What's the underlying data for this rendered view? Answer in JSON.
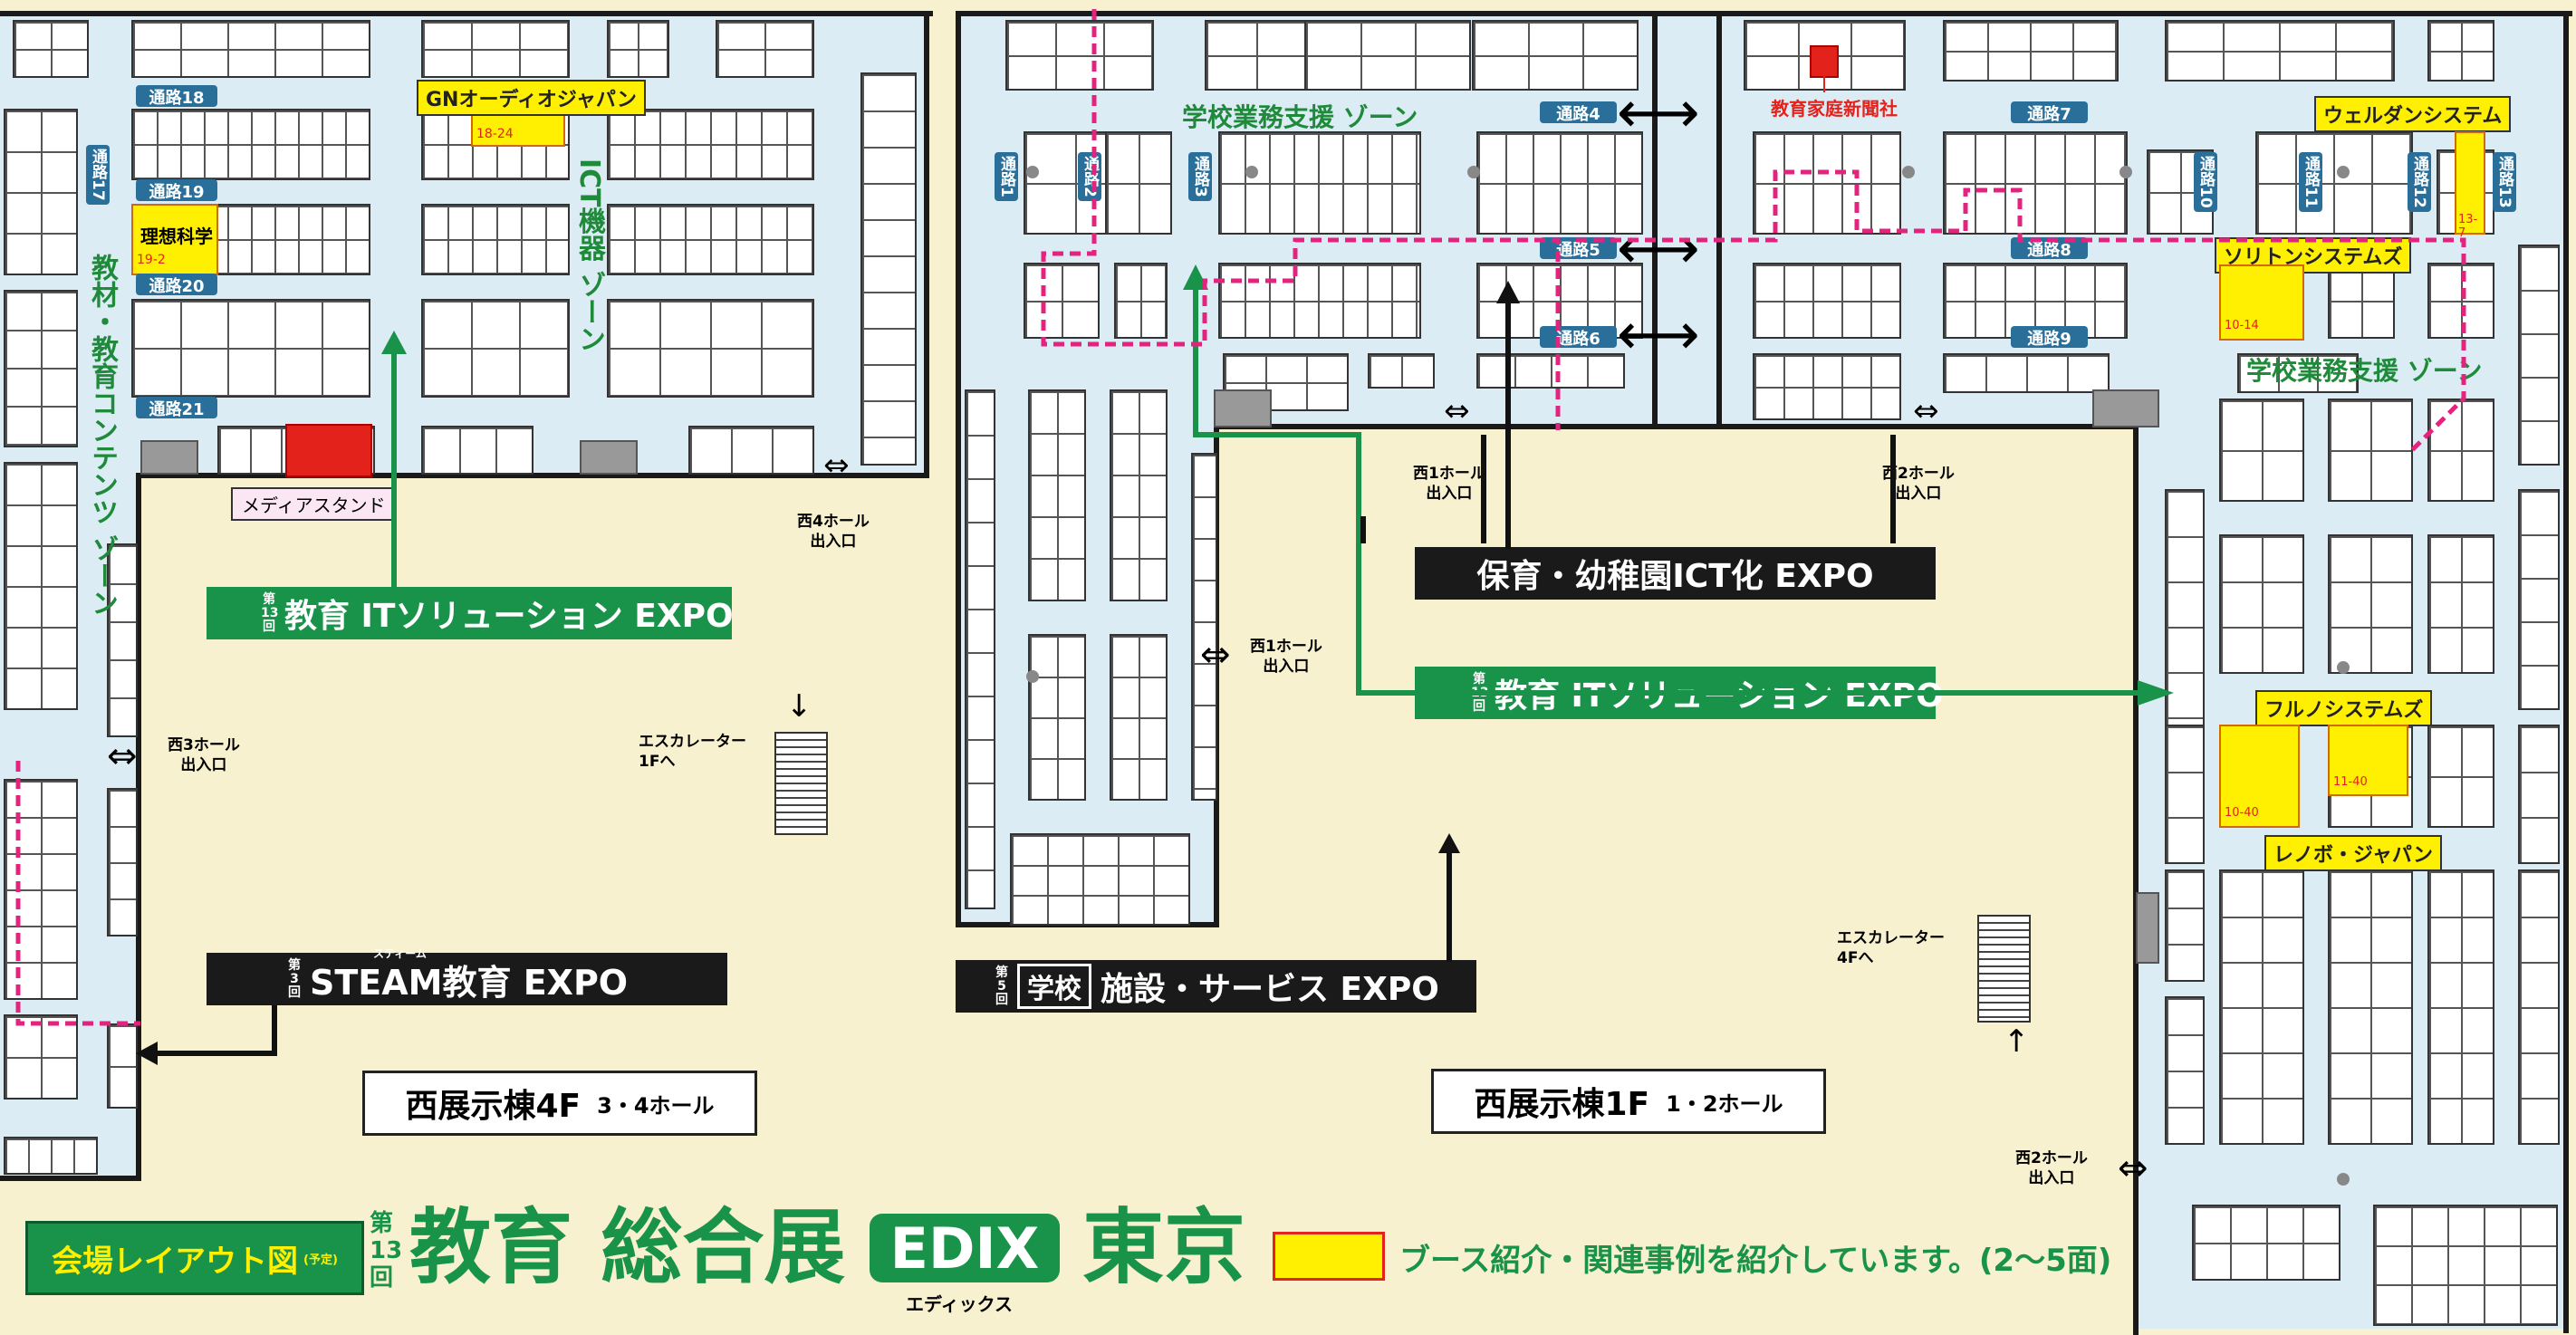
{
  "halls": {
    "w34_name": "西展示棟4F",
    "w34_sub": "3・4ホール",
    "w12_name": "西展示棟1F",
    "w12_sub": "1・2ホール"
  },
  "passages": {
    "p18": "通路18",
    "p19": "通路19",
    "p20": "通路20",
    "p21": "通路21",
    "p17": "通路17",
    "p1": "通路1",
    "p2": "通路2",
    "p3": "通路3",
    "p4": "通路4",
    "p5": "通路5",
    "p6": "通路6",
    "p7": "通路7",
    "p8": "通路8",
    "p9": "通路9",
    "p10": "通路10",
    "p11": "通路11",
    "p12": "通路12",
    "p13": "通路13"
  },
  "zones": {
    "ict": "ICT機器 ゾーン",
    "kyozai": "教材・教育コンテンツ ゾーン",
    "school1": "学校業務支援 ゾーン",
    "school2": "学校業務支援 ゾーン"
  },
  "exhibitors": {
    "gn": "GNオーディオジャパン",
    "gn_no": "18-24",
    "riso": "理想科学",
    "riso_no": "19-2",
    "kyoiku_katei": "教育家庭新聞社",
    "weldan": "ウェルダンシステム",
    "weldan_no": "13-7",
    "soliton": "ソリトンシステムズ",
    "soliton_no": "10-14",
    "furuno": "フルノシステムズ",
    "furuno_no": "11-40",
    "lenovo": "レノボ・ジャパン",
    "lenovo_no": "10-40",
    "media_stand": "メディアスタンド"
  },
  "entrances": {
    "w4": [
      "西4ホール",
      "出入口"
    ],
    "w3": [
      "西3ホール",
      "出入口"
    ],
    "w1a": [
      "西1ホール",
      "出入口"
    ],
    "w1b": [
      "西1ホール",
      "出入口"
    ],
    "w2a": [
      "西2ホール",
      "出入口"
    ],
    "w2b": [
      "西2ホール",
      "出入口"
    ]
  },
  "escalators": {
    "to1f": [
      "エスカレーター",
      "1Fへ"
    ],
    "to4f": [
      "エスカレーター",
      "4Fへ"
    ]
  },
  "expos": {
    "it_edition": [
      "第",
      "13",
      "回"
    ],
    "it_name": "教育 ITソリューション EXPO",
    "steam_edition": [
      "第",
      "3",
      "回"
    ],
    "steam_ruby": "スティーム",
    "steam_name": "STEAM教育 EXPO",
    "facility_edition": [
      "第",
      "5",
      "回"
    ],
    "facility_tag": "学校",
    "facility_name": "施設・サービス EXPO",
    "hoiku_name": "保育・幼稚園ICT化 EXPO"
  },
  "footer": {
    "layout_label": "会場レイアウト図",
    "layout_note": "(予定)",
    "edition": [
      "第",
      "13",
      "回"
    ],
    "title_part1": "教育 総合展",
    "edix": "EDIX",
    "edix_reading": "エディックス",
    "title_part2": "東京",
    "legend_text": "ブース紹介・関連事例を紹介しています。(2〜5面)"
  },
  "colors": {
    "background": "#f8f1cf",
    "hall_floor": "#dcecf5",
    "green": "#19924a",
    "highlight_yellow": "#ffef00",
    "red_booth": "#e3221c",
    "route_pink": "#e2247f",
    "passage_blue": "#2a6f9a"
  }
}
